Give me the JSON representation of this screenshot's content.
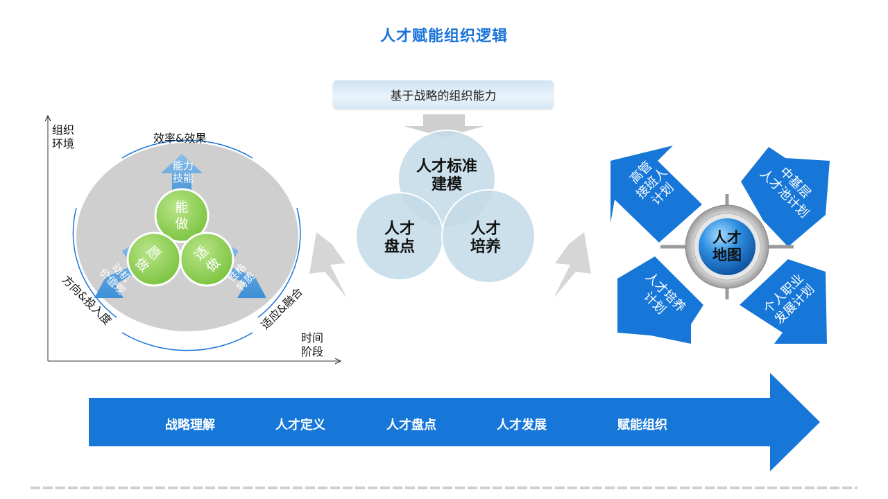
{
  "title": "人才赋能组织逻辑",
  "strategy_label": "基于战略的组织能力",
  "left": {
    "y_axis_label": "组织\n环境",
    "x_axis_label": "时间\n阶段",
    "top_label": "效率&效果",
    "left_label": "方向&投入度",
    "right_label": "适应&融合",
    "circles": {
      "top": "能\n做",
      "left": "愿\n做",
      "right": "适\n做"
    },
    "arrows": {
      "top": "能力\n技能",
      "left": "动机\n价值观",
      "right": "性格\n特质"
    }
  },
  "venn": {
    "top": "人才标准\n建模",
    "left": "人才\n盘点",
    "right": "人才\n培养"
  },
  "talent_map": {
    "center": "人才\n地图",
    "top_left": "高管\n接班人\n计划",
    "top_right": "中基层\n人才池计划",
    "bottom_left": "人才培养\n计划",
    "bottom_right": "个人职业\n发展计划"
  },
  "stages": [
    "战略理解",
    "人才定义",
    "人才盘点",
    "人才发展",
    "赋能组织"
  ],
  "colors": {
    "title_blue": "#1a73d9",
    "process_blue": "#1677d8",
    "green": "#8ccf4d",
    "grey": "#cfcfcf",
    "venn_blue": "#c3dae8"
  }
}
